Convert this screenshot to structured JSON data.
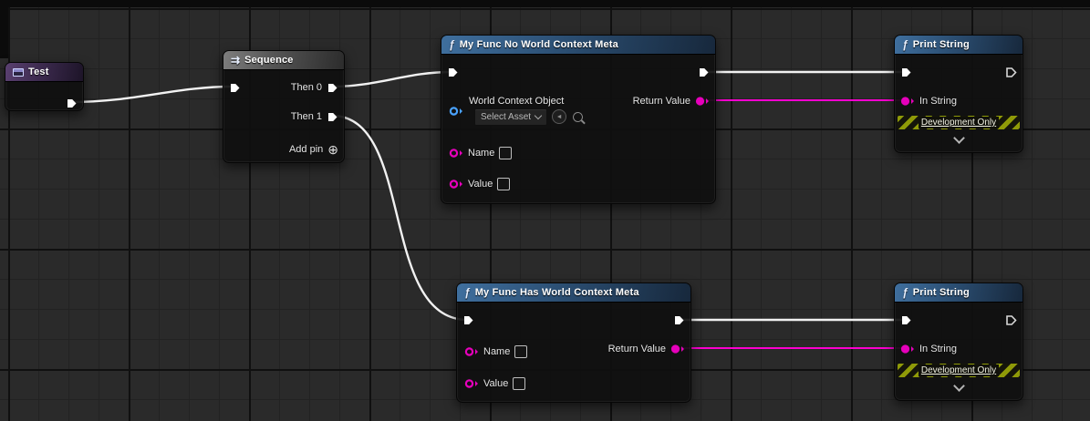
{
  "icons": {
    "function": "ƒ",
    "sequence": "⇉",
    "add_pin": "⊕",
    "asset_back": "◄"
  },
  "colors": {
    "exec_pin": "#ffffff",
    "exec_pin_hollow": "#d8d8d8",
    "exec_wire": "#f2f2f2",
    "string_wire": "#fb00d0",
    "string_pin": "#e600bb",
    "object_pin": "#4aa3ff"
  },
  "nodes": {
    "test": {
      "title": "Test"
    },
    "sequence": {
      "title": "Sequence",
      "pins": {
        "then0": "Then 0",
        "then1": "Then 1",
        "add": "Add pin"
      }
    },
    "func_no_world_context": {
      "title": "My Func No World Context Meta",
      "inputs": {
        "world_context": "World Context Object",
        "name": "Name",
        "value": "Value"
      },
      "asset_picker": {
        "value": "Select Asset"
      },
      "outputs": {
        "return": "Return Value"
      }
    },
    "func_has_world_context": {
      "title": "My Func Has World Context Meta",
      "inputs": {
        "name": "Name",
        "value": "Value"
      },
      "outputs": {
        "return": "Return Value"
      }
    },
    "print_string_top": {
      "title": "Print String",
      "inputs": {
        "in_string": "In String"
      },
      "badge": "Development Only"
    },
    "print_string_bottom": {
      "title": "Print String",
      "inputs": {
        "in_string": "In String"
      },
      "badge": "Development Only"
    }
  }
}
